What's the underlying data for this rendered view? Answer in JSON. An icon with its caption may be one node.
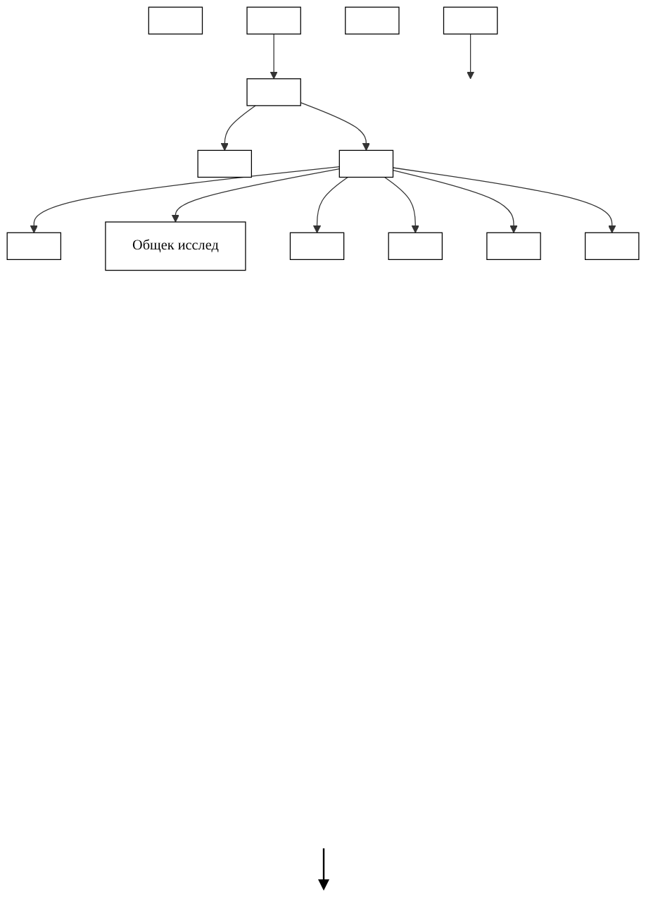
{
  "diagram": {
    "nodes": [
      {
        "text": [],
        "shape": "box"
      },
      {
        "text": [],
        "shape": "box"
      },
      {
        "text": [],
        "shape": "box"
      },
      {
        "text": [],
        "shape": "box"
      },
      {
        "text": [],
        "shape": "box"
      },
      {
        "text": [
          "Общек исслед"
        ]
      },
      {
        "text": [],
        "shape": "box"
      },
      {
        "text": [],
        "shape": "box"
      },
      {
        "text": [],
        "shape": "box"
      },
      {
        "text": [],
        "shape": "box"
      },
      {
        "text": [],
        "shape": "box"
      },
      {
        "text": [],
        "shape": "box"
      },
      {
        "text": [],
        "shape": "box"
      }
    ],
    "edges": [
      {
        "from": 1,
        "to": 2,
        "arrow": "to"
      },
      {
        "from": 2,
        "to": 3,
        "arrow": "to"
      },
      {
        "from": 2,
        "to": 4,
        "arrow": "to"
      },
      {
        "from": 4,
        "to": 6,
        "arrow": "to"
      },
      {
        "from": 4,
        "to": 5,
        "arrow": "to"
      },
      {
        "from": 4,
        "to": 7,
        "arrow": "to"
      },
      {
        "from": 4,
        "to": 8,
        "arrow": "to"
      },
      {
        "from": 4,
        "to": 9,
        "arrow": "to"
      },
      {
        "from": 4,
        "to": 11,
        "arrow": "to"
      },
      {
        "from": 12,
        "to": null,
        "arrow": "to"
      }
    ]
  }
}
